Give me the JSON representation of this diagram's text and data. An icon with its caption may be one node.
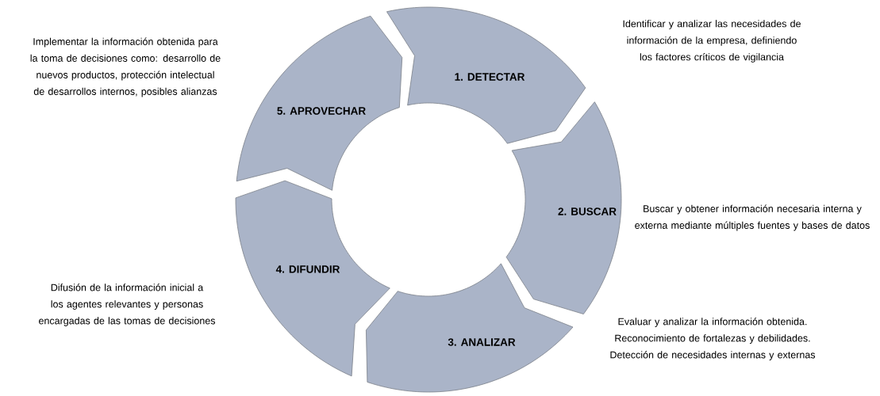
{
  "diagram": {
    "nodes": [
      {
        "text": [
          "1. DETECTAR"
        ],
        "beside": [
          "Identificar y analizar las necesidades de información de la empresa, definiendo los factores críticos de vigilancia"
        ]
      },
      {
        "text": [
          "2. BUSCAR"
        ],
        "beside": [
          "Buscar y obtener información necesaria interna y externa mediante múltiples fuentes y bases de datos"
        ]
      },
      {
        "text": [
          "3. ANALIZAR"
        ]
      },
      {
        "text": [
          "4. DIFUNDIR"
        ],
        "beside": [
          "Difusión de la información inicial a los agentes relevantes y personas encargadas de las tomas de decisiones"
        ]
      },
      {
        "text": [
          "5. APROVECHAR"
        ],
        "beside": [
          "Implementar la información obtenida para la toma de decisiones como: desarrollo de nuevos productos, protección intelectual de desarrollos internos, posibles alianzas"
        ]
      }
    ],
    "labels": [
      "Evaluar y analizar la información obtenida. Reconocimiento de fortalezas y debilidades. Detección de necesidades internas y externas"
    ]
  }
}
